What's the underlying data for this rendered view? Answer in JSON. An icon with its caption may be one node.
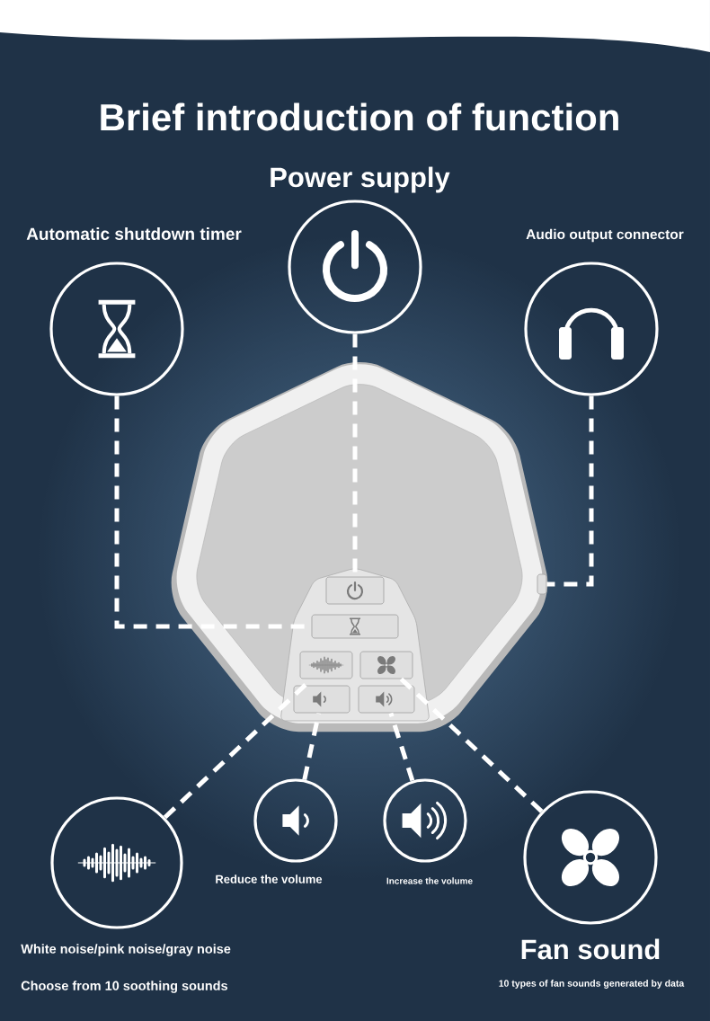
{
  "diagram": {
    "title": "Brief introduction of function",
    "nodes": [
      {
        "text": [
          "Power supply"
        ]
      },
      {
        "text": [
          "Automatic shutdown timer"
        ]
      },
      {
        "text": [
          "Audio output connector"
        ]
      },
      {
        "text": [
          "White noise/pink noise/gray noise",
          "Choose from 10 soothing sounds"
        ]
      },
      {
        "text": [
          "Reduce the volume"
        ]
      },
      {
        "text": [
          "Increase the volume"
        ]
      },
      {
        "text": [
          "Fan sound",
          "10 types of fan sounds generated by data"
        ]
      },
      {
        "text": [],
        "shape": "box"
      },
      {
        "text": [],
        "shape": "box"
      },
      {
        "text": [],
        "shape": "box"
      },
      {
        "text": [],
        "shape": "box"
      },
      {
        "text": [],
        "shape": "box"
      },
      {
        "text": [],
        "shape": "box"
      },
      {
        "text": [],
        "shape": "box"
      }
    ],
    "edges": [
      {
        "from": 0,
        "to": 7,
        "arrow": "none",
        "style": "dashed"
      },
      {
        "from": 1,
        "to": 8,
        "arrow": "none",
        "style": "dashed"
      },
      {
        "from": 2,
        "to": 9,
        "arrow": "none",
        "style": "dashed"
      },
      {
        "from": 3,
        "to": 10,
        "arrow": "none",
        "style": "dashed"
      },
      {
        "from": 4,
        "to": 11,
        "arrow": "none",
        "style": "dashed"
      },
      {
        "from": 5,
        "to": 12,
        "arrow": "none",
        "style": "dashed"
      },
      {
        "from": 6,
        "to": 13,
        "arrow": "none",
        "style": "dashed"
      }
    ]
  }
}
